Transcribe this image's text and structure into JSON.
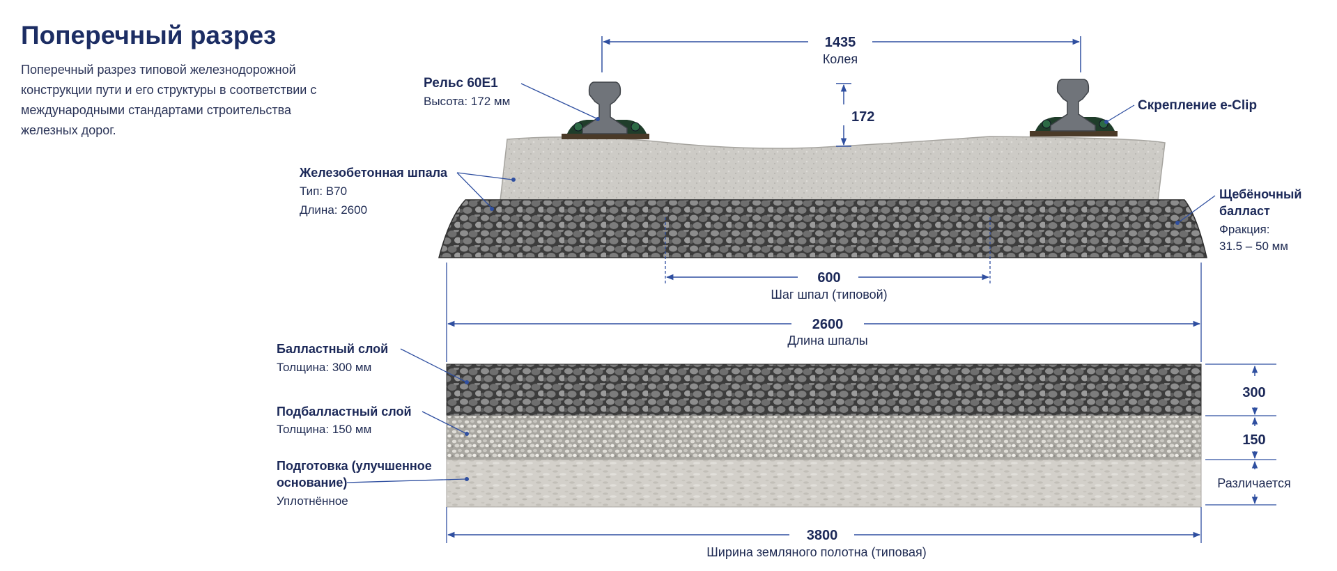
{
  "header": {
    "title": "Поперечный разрез",
    "description": "Поперечный разрез типовой железнодорожной конструкции пути и его структуры в соответствии с международными стандартами строительства железных дорог."
  },
  "callouts": {
    "rail": {
      "title": "Рельс 60E1",
      "line1": "Высота: 172 мм"
    },
    "fastening": {
      "title": "Скрепление e-Clip"
    },
    "sleeper": {
      "title": "Железобетонная шпала",
      "line1": "Тип: В70",
      "line2": "Длина: 2600"
    },
    "ballast": {
      "title1": "Щебёночный",
      "title2": "балласт",
      "line1": "Фракция:",
      "line2": "31.5 – 50 мм"
    },
    "ballast_layer": {
      "title": "Балластный слой",
      "line1": "Толщина: 300 мм"
    },
    "subballast_layer": {
      "title": "Подбалластный слой",
      "line1": "Толщина: 150 мм"
    },
    "subgrade_layer": {
      "title1": "Подготовка (улучшенное",
      "title2": "основание)",
      "line1": "Уплотнённое"
    }
  },
  "dimensions": {
    "gauge": {
      "value": "1435",
      "label": "Колея"
    },
    "rail_height": {
      "value": "172"
    },
    "sleeper_spacing": {
      "value": "600",
      "label": "Шаг шпал (типовой)"
    },
    "sleeper_length": {
      "value": "2600",
      "label": "Длина шпалы"
    },
    "formation_width": {
      "value": "3800",
      "label": "Ширина земляного полотна (типовая)"
    },
    "ballast_thickness": {
      "value": "300"
    },
    "subballast_thickness": {
      "value": "150"
    },
    "subgrade_thickness": {
      "value": "Различается"
    }
  },
  "colors": {
    "dimension_line": "#2f4fa0",
    "text_dark": "#1b2858",
    "concrete": "#cfcdc8",
    "ballast": "#4a4a4a",
    "subballast": "#bcbab4",
    "subgrade": "#d3d0ca",
    "rail_steel": "#6f7378",
    "clip": "#2e5d3d"
  }
}
